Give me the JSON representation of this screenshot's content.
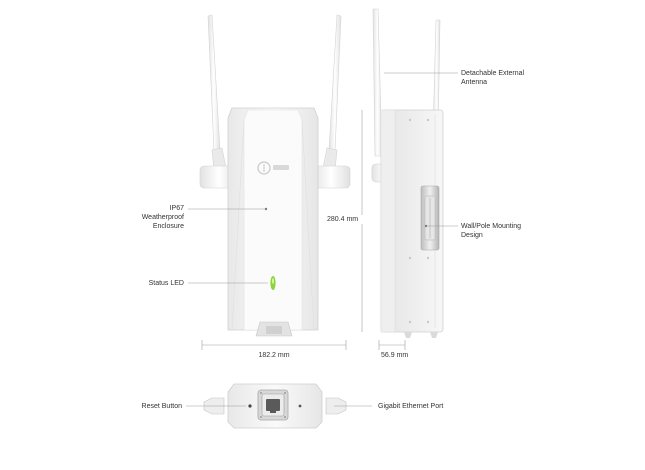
{
  "labels": {
    "antenna": "Detachable External\nAntenna",
    "enclosure": "IP67\nWeatherproof\nEnclosure",
    "height": "280.4 mm",
    "mounting": "Wall/Pole Mounting\nDesign",
    "status_led": "Status LED",
    "width": "182.2 mm",
    "depth": "56.9 mm",
    "reset": "Reset Button",
    "ethernet": "Gigabit Ethernet Port"
  },
  "colors": {
    "device_body": "#f3f3f3",
    "antenna": "#f7f7f7",
    "led": "#8bd43a",
    "line": "#9a9a9a",
    "text": "#333333"
  },
  "icons": [
    "tp-link-logo-icon",
    "status-led-icon",
    "ethernet-port-icon",
    "mounting-bracket-icon"
  ]
}
